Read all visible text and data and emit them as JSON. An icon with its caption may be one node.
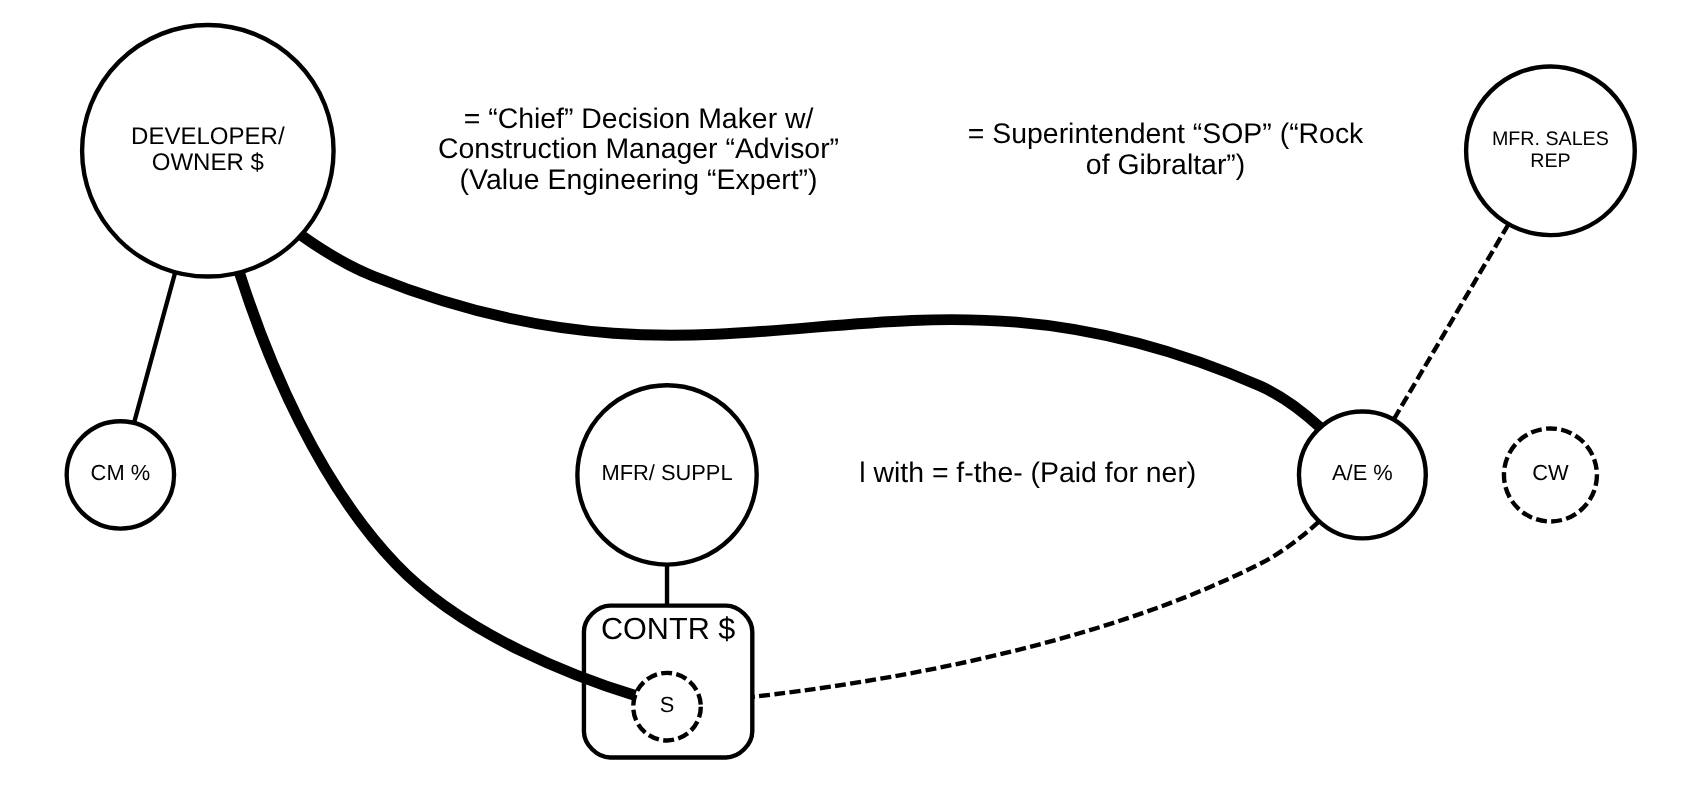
{
  "diagram": {
    "nodes": [
      {
        "text": [
          "DEVELOPER/ OWNER $"
        ]
      },
      {
        "text": [
          "MFR. SALES REP"
        ]
      },
      {
        "text": [
          "A/E %"
        ]
      },
      {
        "text": [
          "CW"
        ]
      },
      {
        "text": [
          "CM %"
        ]
      },
      {
        "text": [
          "CONTR $"
        ]
      },
      {
        "text": [
          "S"
        ],
        "in": 5
      },
      {
        "text": [
          "MFR/ SUPPL"
        ]
      }
    ],
    "edges": [
      {
        "from": 0,
        "to": 2,
        "arrow": "none",
        "style": "thick"
      },
      {
        "from": 0,
        "to": 4,
        "arrow": "none"
      },
      {
        "from": 0,
        "to": 6,
        "arrow": "none",
        "style": "thick"
      },
      {
        "from": 1,
        "to": 2,
        "arrow": "none",
        "style": "dashed"
      },
      {
        "from": 2,
        "to": 5,
        "arrow": "none",
        "style": "dashed"
      },
      {
        "from": 7,
        "to": 5,
        "arrow": "none"
      }
    ],
    "labels": [
      "= “Chief” Decision Maker w/ Construction Manager “Advisor” (Value Engineering “Expert”)",
      "l with = f-the- (Paid for ner)",
      "= Superintendent “SOP” (“Rock of Gibraltar”)"
    ]
  }
}
